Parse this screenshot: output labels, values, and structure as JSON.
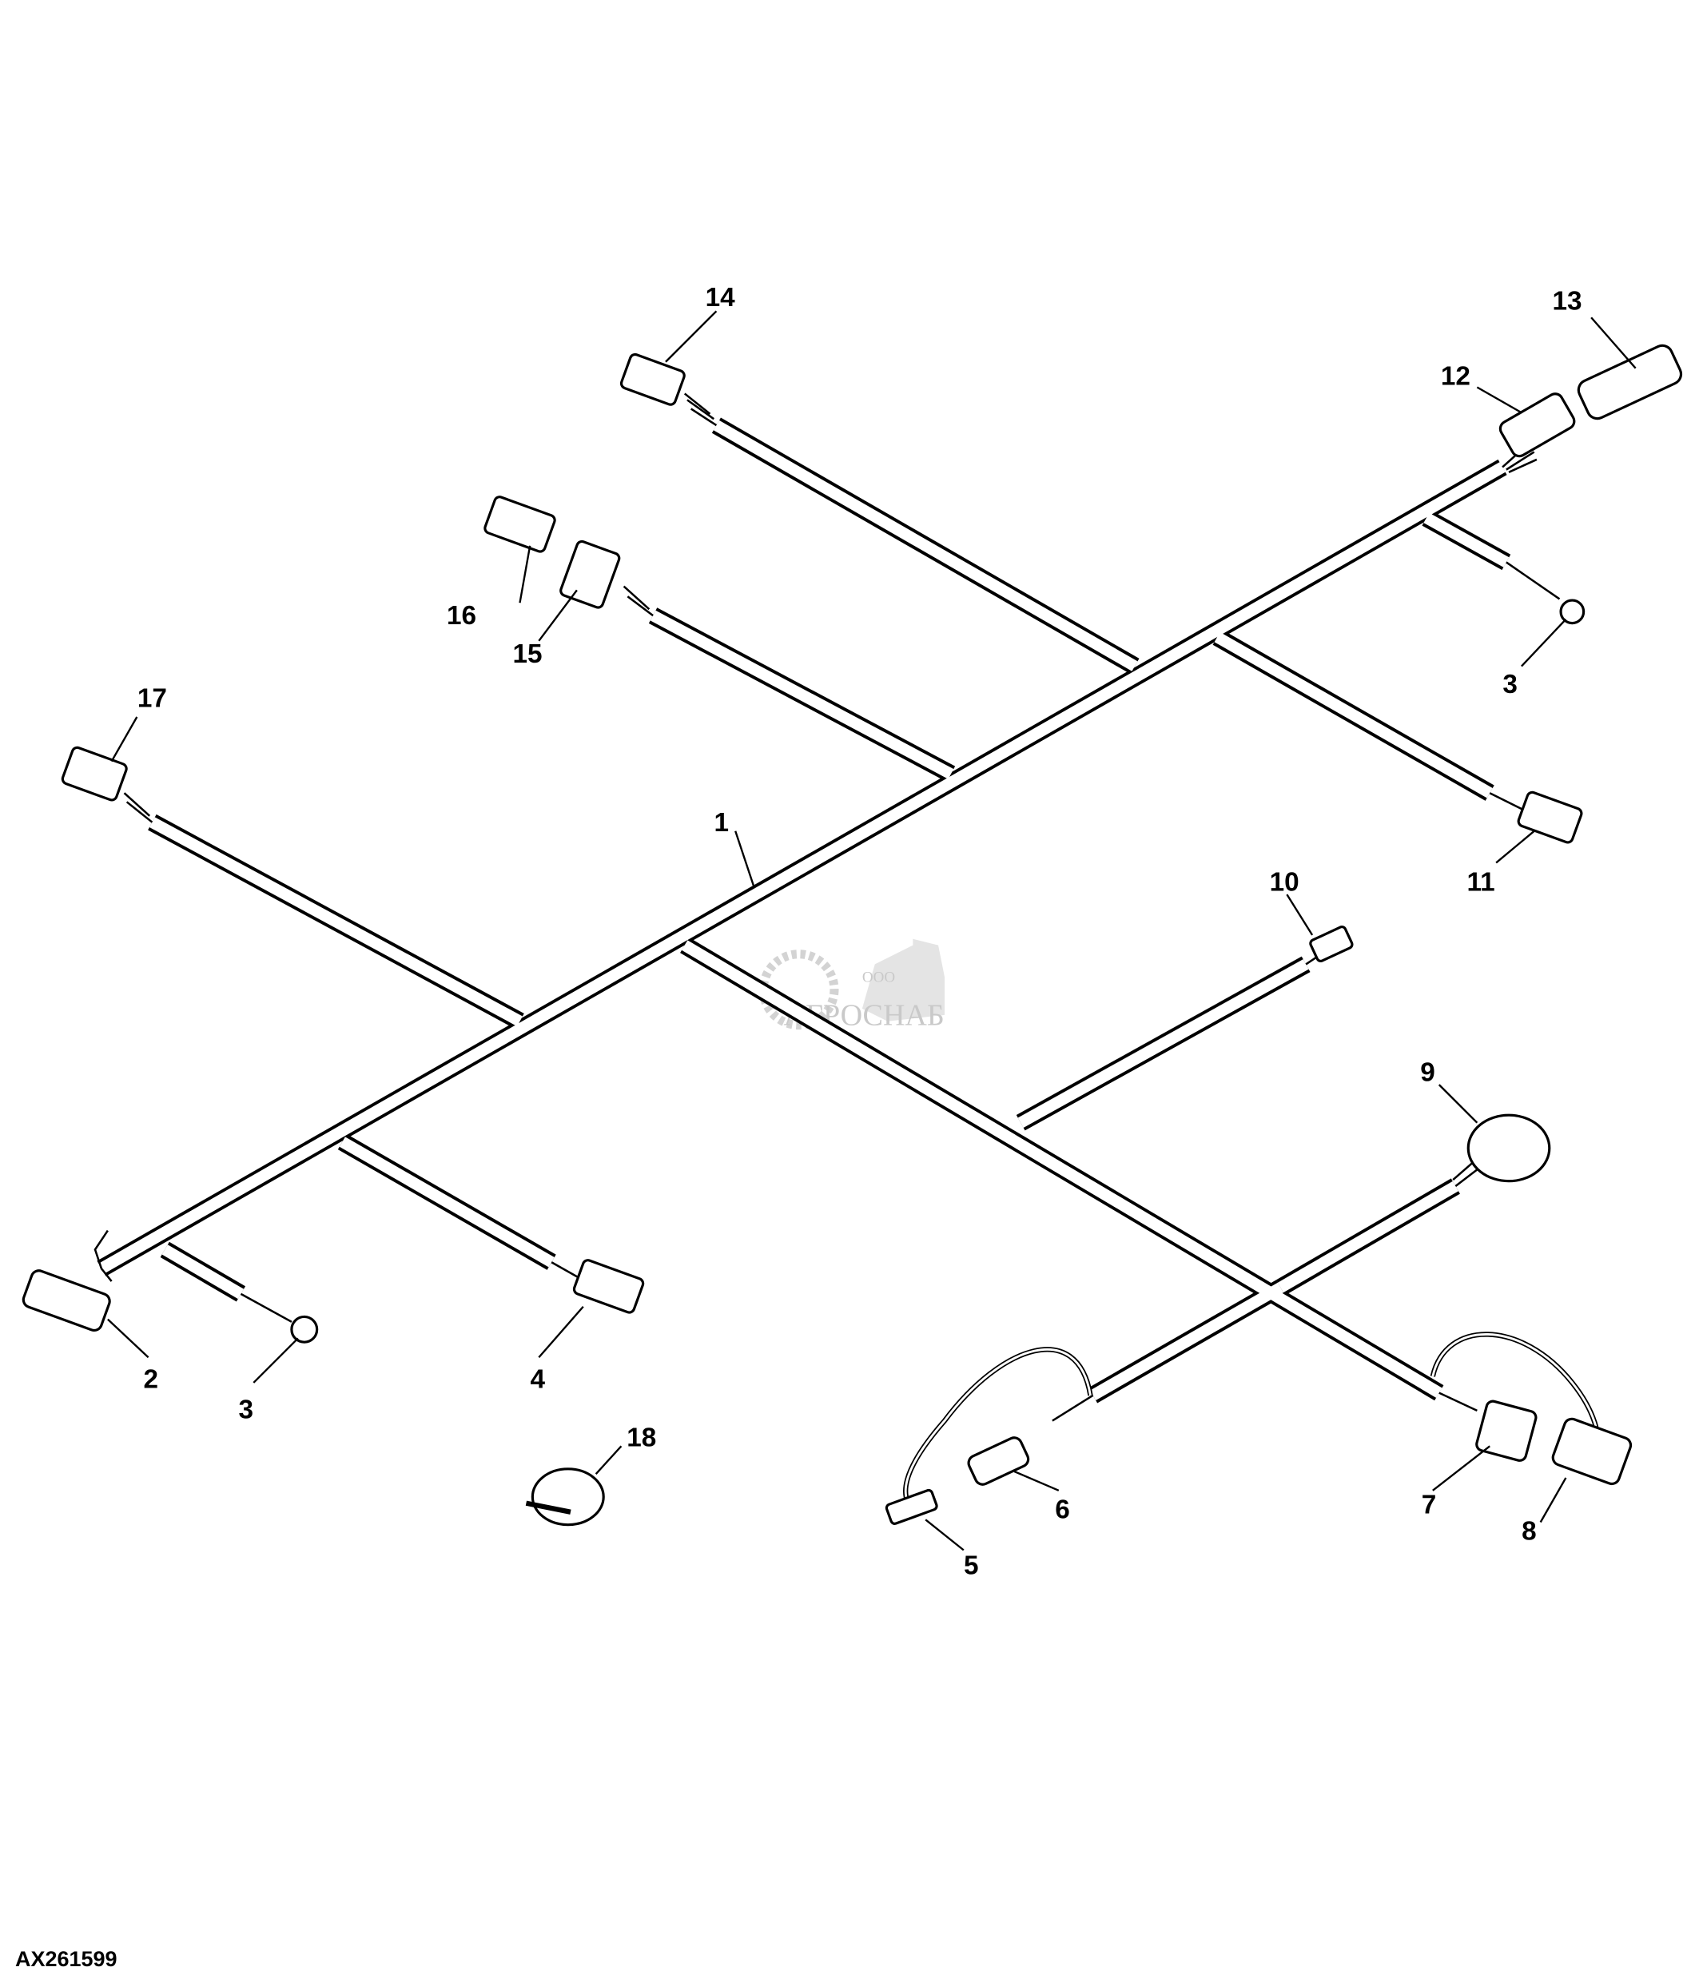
{
  "figure_id": "AX261599",
  "watermark": {
    "prefix": "ООО",
    "brand": "АГРОСНАБ"
  },
  "callouts": {
    "c1": "1",
    "c2": "2",
    "c3a": "3",
    "c3b": "3",
    "c4": "4",
    "c5": "5",
    "c6": "6",
    "c7": "7",
    "c8": "8",
    "c9": "9",
    "c10": "10",
    "c11": "11",
    "c12": "12",
    "c13": "13",
    "c14": "14",
    "c15": "15",
    "c16": "16",
    "c17": "17",
    "c18": "18"
  }
}
